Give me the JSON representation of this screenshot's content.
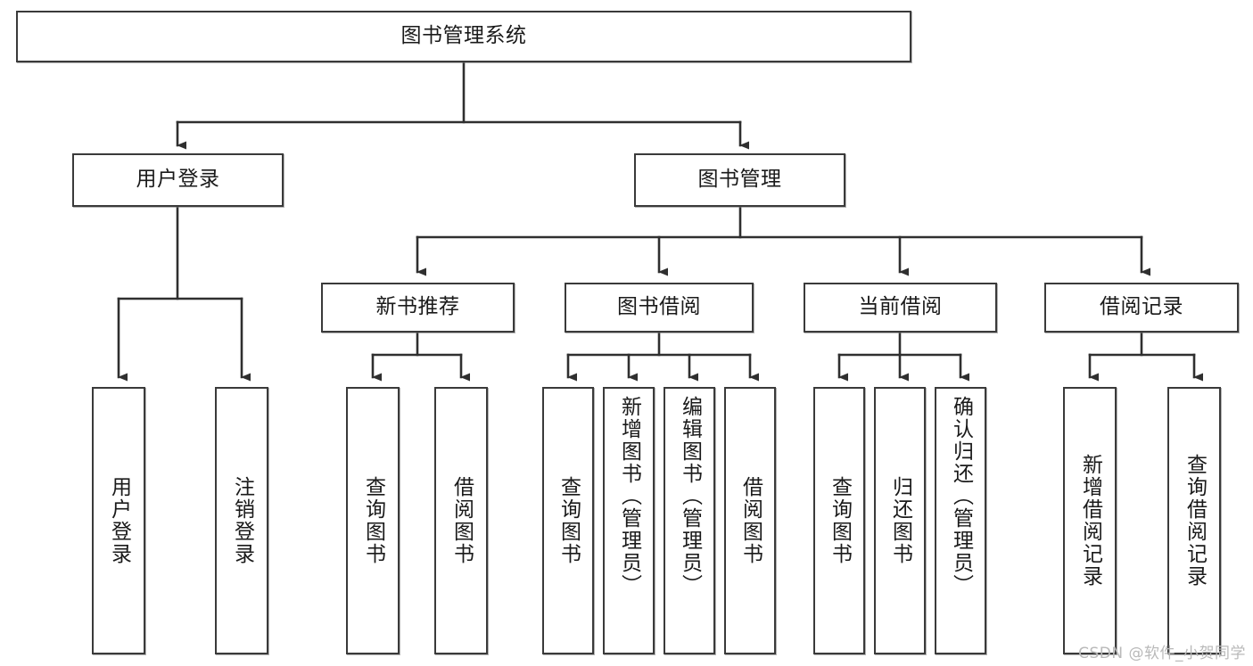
{
  "diagram": {
    "type": "hierarchy-tree",
    "root": {
      "label": "图书管理系统"
    },
    "level1": [
      {
        "label": "用户登录"
      },
      {
        "label": "图书管理"
      }
    ],
    "level2": [
      {
        "label": "新书推荐"
      },
      {
        "label": "图书借阅"
      },
      {
        "label": "当前借阅"
      },
      {
        "label": "借阅记录"
      }
    ],
    "leaves": {
      "user_login": [
        {
          "label": "用户登录"
        },
        {
          "label": "注销登录"
        }
      ],
      "new_book_recommend": [
        {
          "label": "查询图书"
        },
        {
          "label": "借阅图书"
        }
      ],
      "book_borrow": [
        {
          "label": "查询图书"
        },
        {
          "label": "新增图书（管理员）"
        },
        {
          "label": "编辑图书（管理员）"
        },
        {
          "label": "借阅图书"
        }
      ],
      "current_borrow": [
        {
          "label": "查询图书"
        },
        {
          "label": "归还图书"
        },
        {
          "label": "确认归还（管理员）"
        }
      ],
      "borrow_record": [
        {
          "label": "新增借阅记录"
        },
        {
          "label": "查询借阅记录"
        }
      ]
    }
  },
  "watermark": {
    "text": "CSDN @软件_小贺同学"
  },
  "colors": {
    "box_border": "#3a3a3a",
    "connector": "#2f2f2f",
    "background": "#ffffff",
    "text": "#1a1a1a",
    "watermark": "#b9b9b9"
  }
}
